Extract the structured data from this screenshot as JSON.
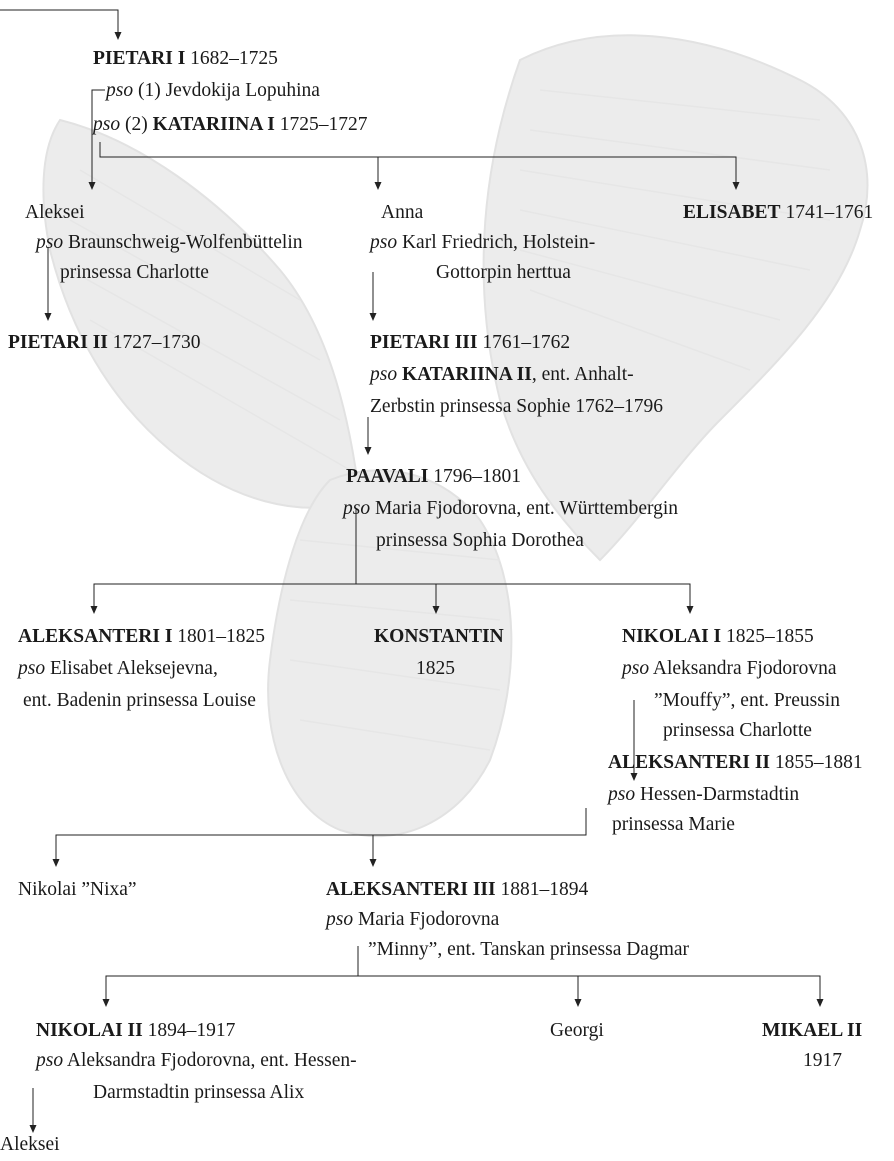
{
  "peter1": {
    "name": "PIETARI I",
    "years": "1682–1725",
    "pso": "pso",
    "sp1_num": "(1)",
    "sp1": "Jevdokija Lopuhina",
    "sp2_num": "(2)",
    "sp2_name": "KATARIINA I",
    "sp2_years": "1725–1727"
  },
  "aleksei1": {
    "name": "Aleksei",
    "pso": "pso",
    "spouse_l1": "Braunschweig-Wolfenbüttelin",
    "spouse_l2": "prinsessa Charlotte"
  },
  "anna": {
    "name": "Anna",
    "pso": "pso",
    "spouse_l1": "Karl Friedrich, Holstein-",
    "spouse_l2": "Gottorpin herttua"
  },
  "elisabet": {
    "name": "ELISABET",
    "years": "1741–1761"
  },
  "peter2": {
    "name": "PIETARI II",
    "years": "1727–1730"
  },
  "peter3": {
    "name": "PIETARI III",
    "years": "1761–1762",
    "pso": "pso",
    "spouse_name": "KATARIINA II",
    "spouse_l1": ", ent. Anhalt-",
    "spouse_l2": "Zerbstin prinsessa Sophie 1762–1796"
  },
  "paul": {
    "name": "PAAVALI",
    "years": "1796–1801",
    "pso": "pso",
    "spouse_l1": "Maria Fjodorovna, ent. Württembergin",
    "spouse_l2": "prinsessa Sophia Dorothea"
  },
  "alex1": {
    "name": "ALEKSANTERI I",
    "years": "1801–1825",
    "pso": "pso",
    "spouse_l1": "Elisabet Aleksejevna,",
    "spouse_l2": "ent. Badenin prinsessa Louise"
  },
  "konst": {
    "name": "KONSTANTIN",
    "years": "1825"
  },
  "nich1": {
    "name": "NIKOLAI I",
    "years": "1825–1855",
    "pso": "pso",
    "spouse_l1": "Aleksandra Fjodorovna",
    "spouse_l2": "”Mouffy”, ent. Preussin",
    "spouse_l3": "prinsessa Charlotte"
  },
  "alex2": {
    "name": "ALEKSANTERI II",
    "years": "1855–1881",
    "pso": "pso",
    "spouse_l1": "Hessen-Darmstadtin",
    "spouse_l2": "prinsessa Marie"
  },
  "nixa": {
    "name": "Nikolai ”Nixa”"
  },
  "alex3": {
    "name": "ALEKSANTERI III",
    "years": "1881–1894",
    "pso": "pso",
    "spouse_l1": "Maria Fjodorovna",
    "spouse_l2": "”Minny”, ent. Tanskan prinsessa Dagmar"
  },
  "nich2": {
    "name": "NIKOLAI II",
    "years": "1894–1917",
    "pso": "pso",
    "spouse_l1": "Aleksandra Fjodorovna, ent. Hessen-",
    "spouse_l2": "Darmstadtin prinsessa Alix"
  },
  "georgi": {
    "name": "Georgi"
  },
  "mikael": {
    "name": "MIKAEL II",
    "years": "1917"
  },
  "aleksei2": {
    "name": "Aleksei"
  }
}
